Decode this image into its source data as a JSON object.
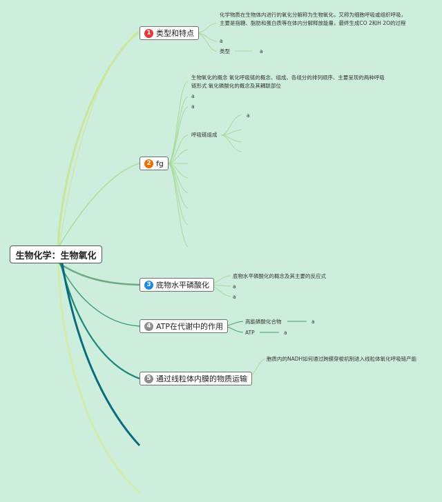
{
  "root": {
    "label": "生物化学：生物氧化"
  },
  "branches": [
    {
      "num": "1",
      "color": "#e53935",
      "label": "类型和特点",
      "leaves": [
        "化学物质在生物体内进行的氧化分解称为生物氧化，又称为细胞呼吸或组织呼吸，主要是指糖、脂肪和蛋白质等在体内分解释放能量，最终生成CO 2和H 2O的过程",
        "a",
        "类型",
        "a"
      ]
    },
    {
      "num": "2",
      "color": "#ef6c00",
      "label": "fg",
      "leaves": [
        "生物氧化的概念 氧化呼吸链的概念、组成、各组分的排列顺序、主要呈现的两种呼吸链形式 氧化磷酸化的概念及其耦联部位",
        "a",
        "a",
        "呼吸链组成",
        "a"
      ]
    },
    {
      "num": "3",
      "color": "#1e88e5",
      "label": "底物水平磷酸化",
      "leaves": [
        "底物水平磷酸化的概念及其主要的反应式",
        "a",
        "a"
      ]
    },
    {
      "num": "4",
      "color": "#8d8d8d",
      "label": "ATP在代谢中的作用",
      "leaves": [
        "高能磷酸化合物",
        "a",
        "ATP",
        "a"
      ]
    },
    {
      "num": "5",
      "color": "#8d8d8d",
      "label": "通过线粒体内膜的物质运输",
      "leaves": [
        "胞质内的NADH如何通过跨膜穿梭机制进入线粒体氧化呼吸链产能"
      ]
    }
  ]
}
